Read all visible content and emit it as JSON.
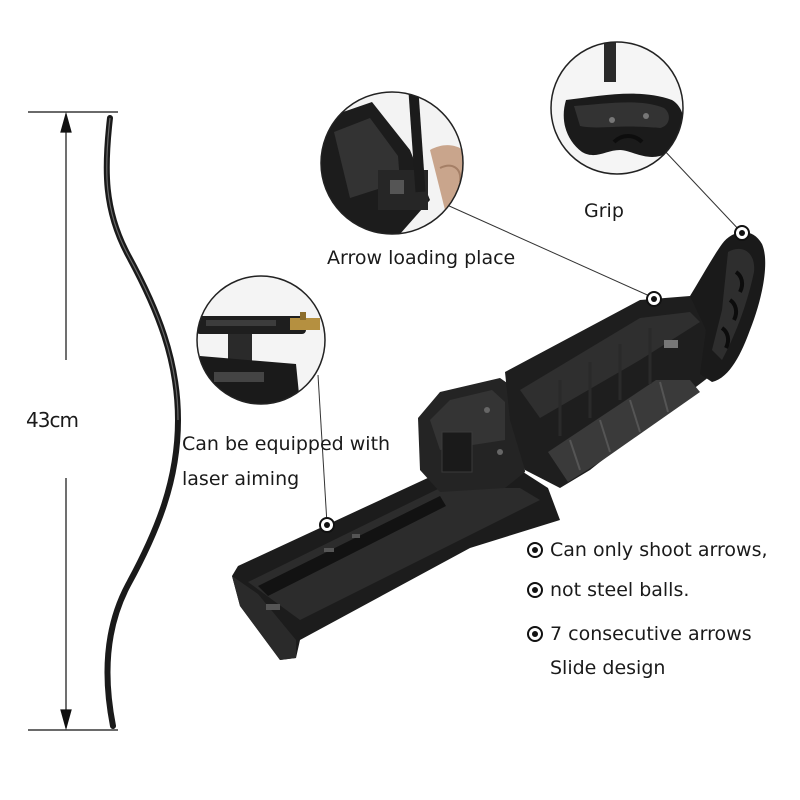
{
  "dimension": {
    "value_label": "43cm"
  },
  "callouts": {
    "grip": "Grip",
    "arrow_loading": "Arrow loading place",
    "laser_line1": "Can be equipped with",
    "laser_line2": "laser aiming"
  },
  "features": [
    "Can only shoot arrows,",
    "not steel balls.",
    "7 consecutive arrows",
    "Slide design"
  ],
  "colors": {
    "body": "#1b1b1b",
    "highlight": "#3a3a3a",
    "line": "#222222",
    "background": "#ffffff"
  }
}
